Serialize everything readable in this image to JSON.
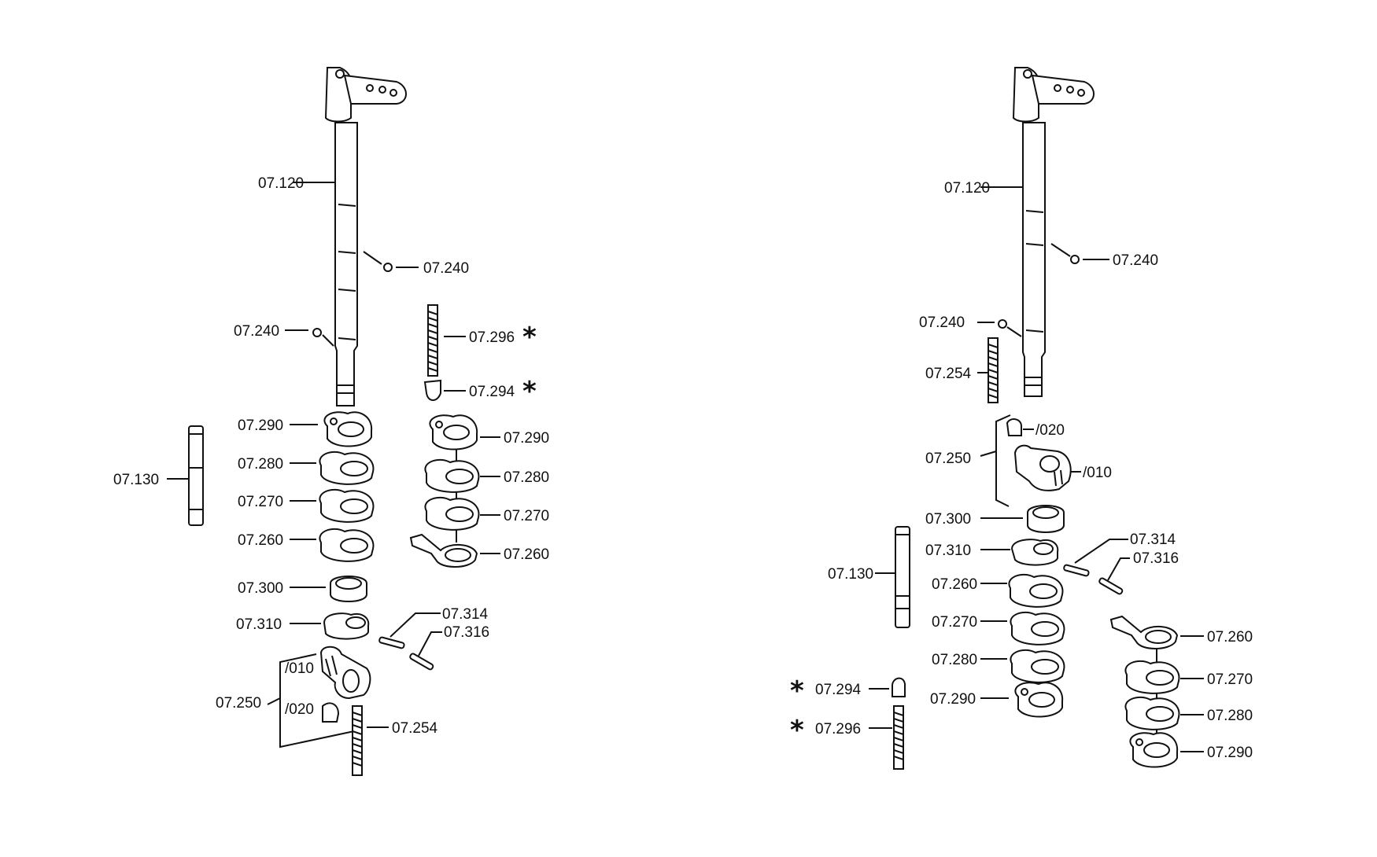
{
  "colors": {
    "ink": "#111111",
    "background": "#ffffff"
  },
  "marker": "*",
  "left_assembly": {
    "labels": {
      "shaft": "07.120",
      "ball_upper": "07.240",
      "ball_lower": "07.240",
      "spring_top": "07.296",
      "plug_top": "07.294",
      "pin": "07.130",
      "fork_290_a": "07.290",
      "fork_280_a": "07.280",
      "fork_270_a": "07.270",
      "fork_260_a": "07.260",
      "fork_290_b": "07.290",
      "fork_280_b": "07.280",
      "fork_270_b": "07.270",
      "fork_260_b": "07.260",
      "ring": "07.300",
      "collar": "07.310",
      "roll_pin_a": "07.314",
      "roll_pin_b": "07.316",
      "lever": "07.250",
      "lever_sub_a": "/010",
      "lever_sub_b": "/020",
      "spring_bottom": "07.254"
    }
  },
  "right_assembly": {
    "labels": {
      "shaft": "07.120",
      "ball_upper": "07.240",
      "ball_lower": "07.240",
      "spring_top": "07.254",
      "lever": "07.250",
      "lever_sub_b": "/020",
      "lever_sub_a": "/010",
      "ring": "07.300",
      "collar": "07.310",
      "roll_pin_a": "07.314",
      "roll_pin_b": "07.316",
      "pin": "07.130",
      "fork_260_a": "07.260",
      "fork_270_a": "07.270",
      "fork_280_a": "07.280",
      "fork_290_a": "07.290",
      "fork_260_b": "07.260",
      "fork_270_b": "07.270",
      "fork_280_b": "07.280",
      "fork_290_b": "07.290",
      "plug_bottom": "07.294",
      "spring_bottom": "07.296"
    }
  }
}
